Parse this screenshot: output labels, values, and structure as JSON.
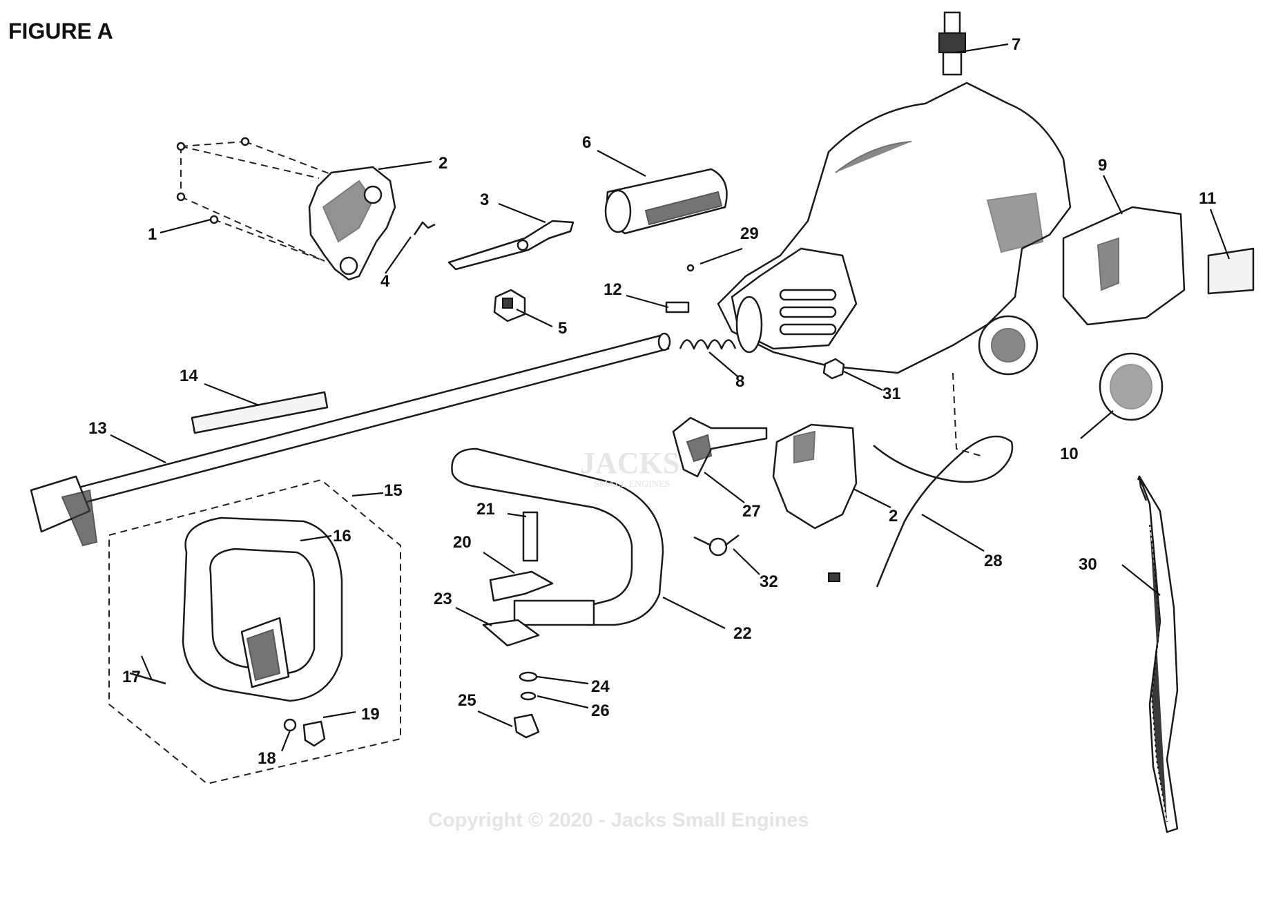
{
  "figure_title": "FIGURE A",
  "watermark": {
    "copyright": "Copyright © 2020 - Jacks Small Engines",
    "logo_text": "JACKS",
    "logo_sub": "SMALL ENGINES"
  },
  "callouts": [
    "1",
    "2",
    "2",
    "3",
    "4",
    "5",
    "6",
    "7",
    "8",
    "9",
    "10",
    "11",
    "12",
    "13",
    "14",
    "15",
    "16",
    "17",
    "18",
    "19",
    "20",
    "21",
    "22",
    "23",
    "24",
    "25",
    "26",
    "27",
    "28",
    "29",
    "30",
    "31",
    "32"
  ]
}
